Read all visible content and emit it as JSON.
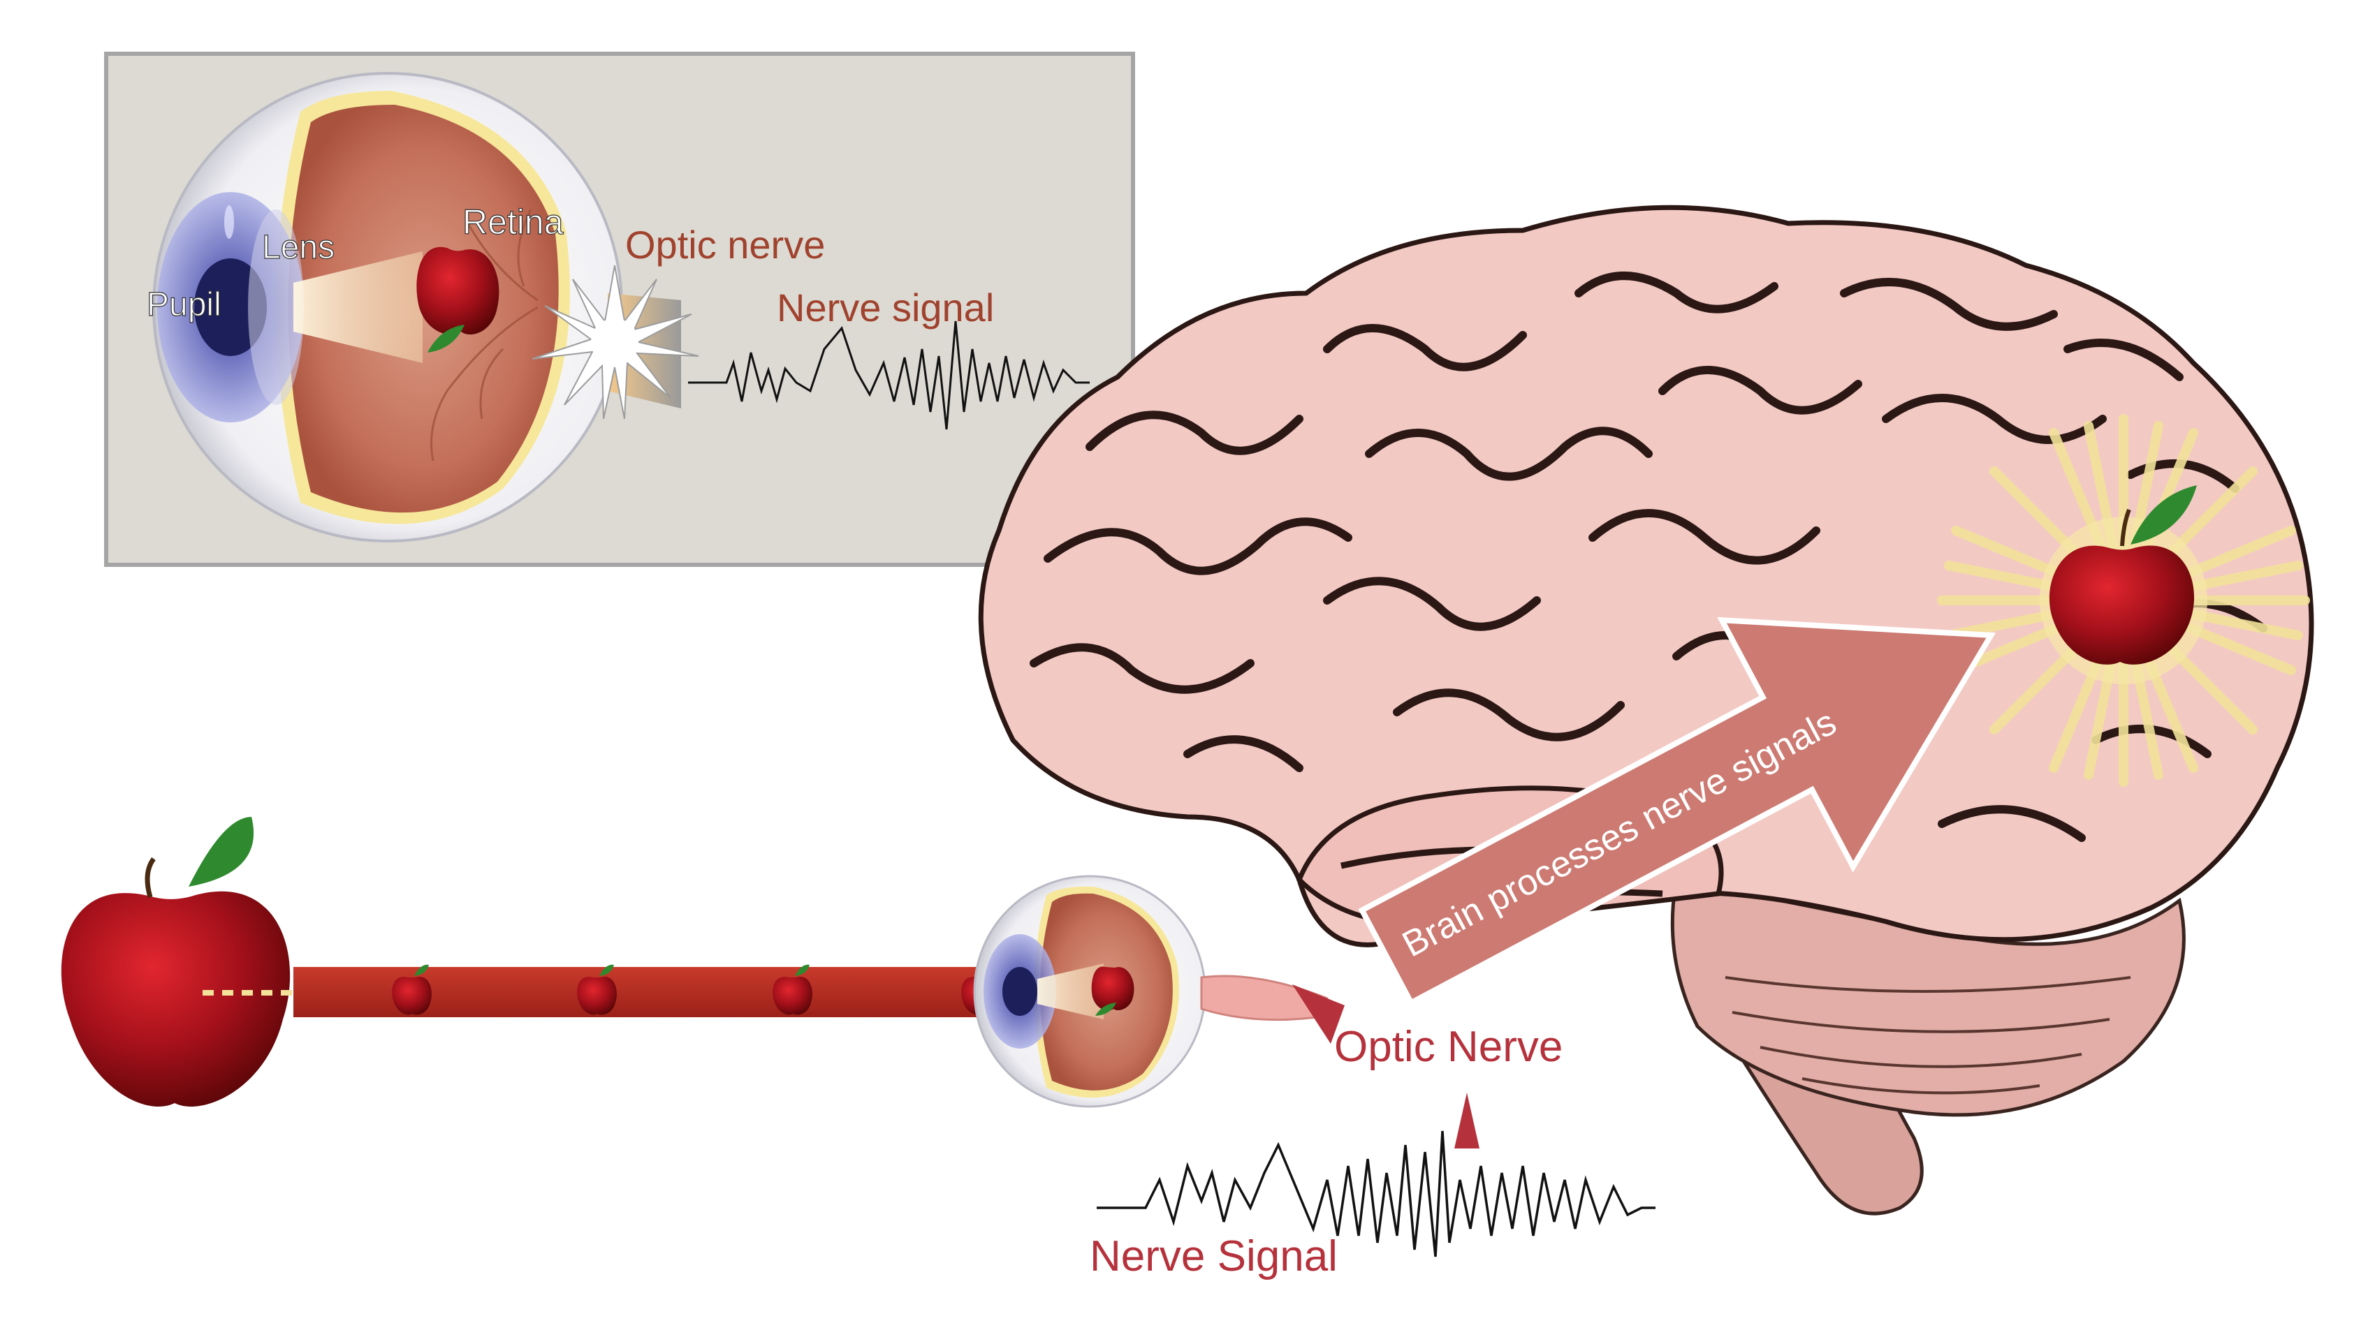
{
  "inset": {
    "labels": {
      "pupil": "Pupil",
      "lens": "Lens",
      "retina": "Retina",
      "optic_nerve": "Optic nerve",
      "nerve_signal": "Nerve signal"
    }
  },
  "main": {
    "optic_nerve_label": "Optic Nerve",
    "nerve_signal_label": "Nerve Signal",
    "arrow_text": "Brain processes nerve signals"
  },
  "colors": {
    "label_red": "#b5323c",
    "label_brown": "#a0422d",
    "brain_pink": "#f3c9c4",
    "arrow_fill": "#cc7a72",
    "beam_red": "#b52a1f",
    "apple_red": "#a3101a",
    "leaf_green": "#2f8a2f",
    "inset_bg": "#dcdad3"
  },
  "icons": [
    "apple-icon",
    "eye-icon",
    "brain-icon",
    "starburst-icon",
    "arrow-icon"
  ]
}
